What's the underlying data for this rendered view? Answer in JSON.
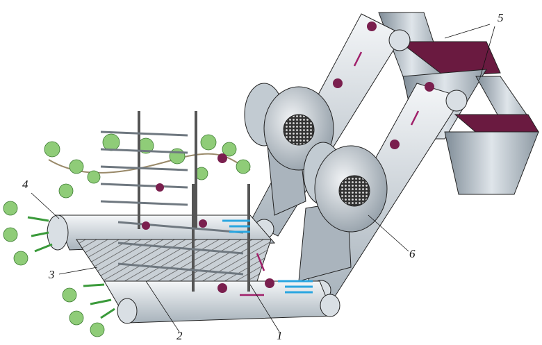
{
  "diagram": {
    "labels": [
      {
        "id": "1",
        "text": "1"
      },
      {
        "id": "2",
        "text": "2"
      },
      {
        "id": "3",
        "text": "3"
      },
      {
        "id": "4",
        "text": "4"
      },
      {
        "id": "5",
        "text": "5"
      },
      {
        "id": "6",
        "text": "6"
      }
    ],
    "colors": {
      "belt": "#e4e9ee",
      "belt_shade": "#9aa6b0",
      "metal": "#b9c3cc",
      "grapes": "#7a1f4e",
      "leaf": "#7fc06a",
      "air_arrow": "#2aa6e0",
      "motion_arrow": "#a0206a",
      "leaf_arrow": "#3a9a3a"
    }
  }
}
